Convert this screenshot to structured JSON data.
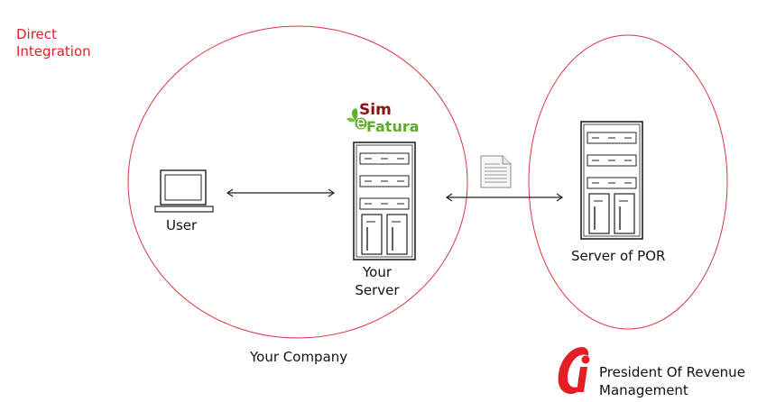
{
  "title": "Direct\nIntegration",
  "nodes": {
    "user": "User",
    "your_server": "Your\nServer",
    "server_por": "Server of POR"
  },
  "groups": {
    "company": "Your Company",
    "organization": "President Of Revenue\nManagement"
  },
  "brand": {
    "sim": "Sim",
    "fatura": "Fatura"
  },
  "colors": {
    "accent_red": "#e31e24",
    "ellipse_red": "#d9363e",
    "brand_dark_red": "#8b1313",
    "brand_green": "#5cae2b"
  }
}
